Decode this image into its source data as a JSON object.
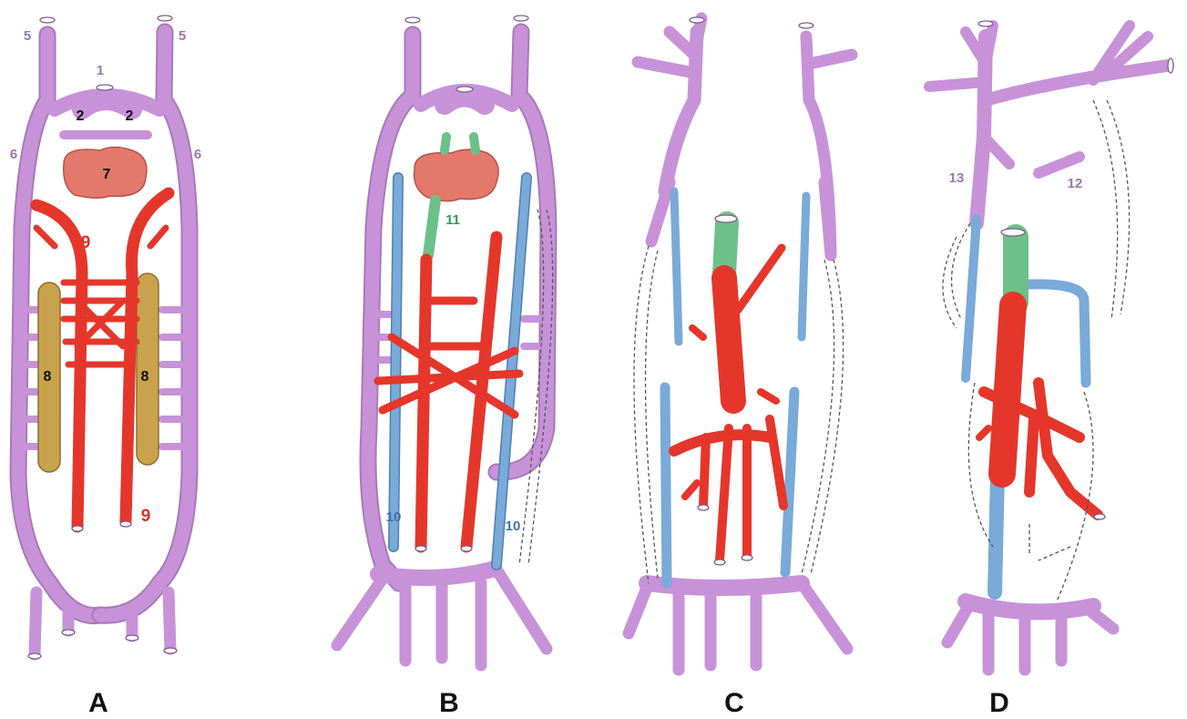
{
  "panels": [
    {
      "letter": "A"
    },
    {
      "letter": "B"
    },
    {
      "letter": "C"
    },
    {
      "letter": "D"
    }
  ],
  "labels": {
    "a_1": "1",
    "a_2_left": "2",
    "a_2_right": "2",
    "a_5_left": "5",
    "a_5_right": "5",
    "a_6_left": "6",
    "a_6_right": "6",
    "a_7": "7",
    "a_8_left": "8",
    "a_8_right": "8",
    "a_9_upper": "9",
    "a_9_lower": "9",
    "b_10_left": "10",
    "b_10_right": "10",
    "b_11": "11",
    "d_12": "12",
    "d_13": "13"
  },
  "colors": {
    "posterior_cardinal": "#c792d8",
    "supra_cardinal": "#79aad8",
    "subcardinal": "#e5362b",
    "hepatic_segment": "#6cc08a",
    "adrenal": "#e4786a",
    "mesonephros": "#c9a24d"
  }
}
